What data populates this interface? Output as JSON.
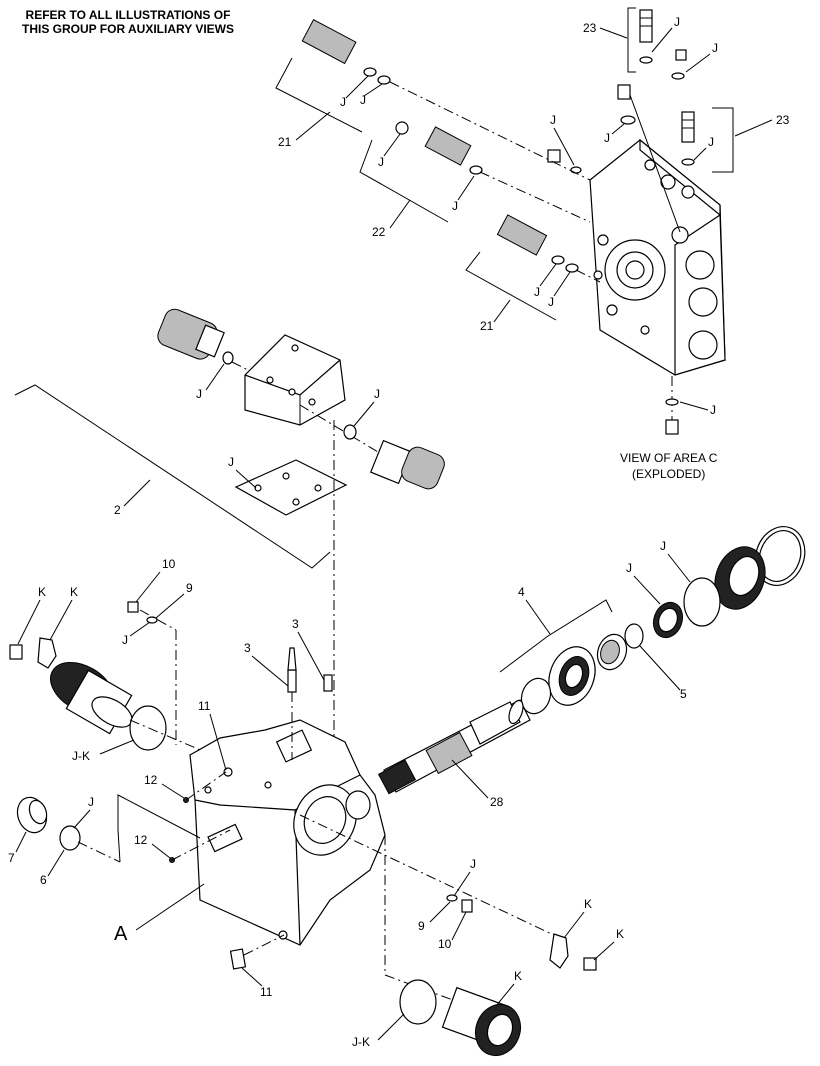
{
  "header": {
    "line1": "REFER TO ALL ILLUSTRATIONS OF",
    "line2": "THIS GROUP FOR AUXILIARY VIEWS"
  },
  "view": {
    "line1": "VIEW OF AREA  C",
    "line2": "(EXPLODED)"
  },
  "callouts": {
    "c23a": "23",
    "c23b": "23",
    "c21a": "21",
    "c21b": "21",
    "c22": "22",
    "j_top1": "J",
    "j_top2": "J",
    "j_top3": "J",
    "j_top4": "J",
    "j_top5": "J",
    "j_21a1": "J",
    "j_21a2": "J",
    "j_22a": "J",
    "j_22b": "J",
    "j_21b1": "J",
    "j_21b2": "J",
    "j_c_bottom": "J",
    "j_valve1": "J",
    "j_valve2": "J",
    "j_gasket": "J",
    "c2": "2",
    "c10a": "10",
    "c9a": "9",
    "j9a": "J",
    "kk1": "K",
    "kk2": "K",
    "jk1": "J-K",
    "c3a": "3",
    "c3b": "3",
    "c11a": "11",
    "c12a": "12",
    "c12b": "12",
    "c7": "7",
    "c6": "6",
    "j6": "J",
    "ca": "A",
    "c11b": "11",
    "c4": "4",
    "j_ring1": "J",
    "j_ring2": "J",
    "c5": "5",
    "c28": "28",
    "j9b": "J",
    "c9b": "9",
    "c10b": "10",
    "kk3": "K",
    "kk4": "K",
    "kk5": "K",
    "jk2": "J-K"
  }
}
